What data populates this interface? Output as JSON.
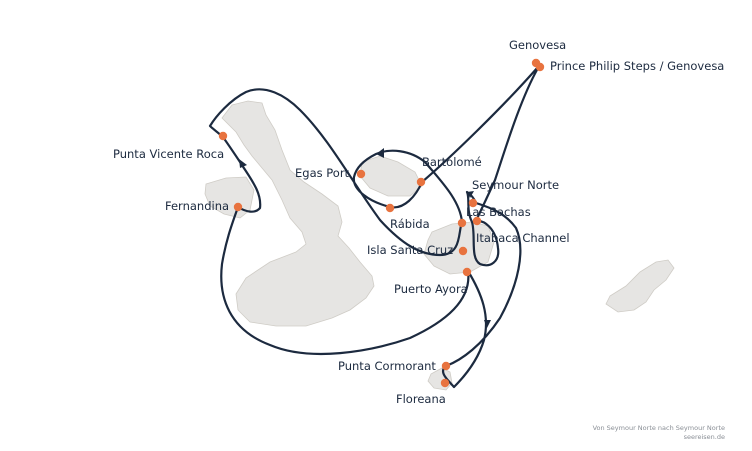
{
  "colors": {
    "route": "#1c2a3f",
    "stop": "#e8733f",
    "land": "#e6e5e3",
    "label": "#1c2a3f"
  },
  "icons": {
    "stop_marker": "map-pin-dot-icon",
    "direction": "route-arrow-icon"
  },
  "stops": [
    {
      "id": "genovesa",
      "label": "Genovesa"
    },
    {
      "id": "prince-philip",
      "label": "Prince Philip Steps / Genovesa"
    },
    {
      "id": "punta-vicente-roca",
      "label": "Punta Vicente Roca"
    },
    {
      "id": "fernandina",
      "label": "Fernandina"
    },
    {
      "id": "egas-port",
      "label": "Egas Port"
    },
    {
      "id": "bartolome",
      "label": "Bartolomé"
    },
    {
      "id": "rabida",
      "label": "Rábida"
    },
    {
      "id": "seymour-norte",
      "label": "Seymour Norte"
    },
    {
      "id": "las-bachas",
      "label": "Las Bachas"
    },
    {
      "id": "itabaca",
      "label": "Itabaca Channel"
    },
    {
      "id": "santa-cruz",
      "label": "Isla Santa Cruz"
    },
    {
      "id": "puerto-ayora",
      "label": "Puerto Ayora"
    },
    {
      "id": "punta-cormorant",
      "label": "Punta Cormorant"
    },
    {
      "id": "floreana",
      "label": "Floreana"
    }
  ],
  "credit": {
    "line1": "Von Seymour Norte nach Seymour Norte",
    "line2": "seereisen.de"
  }
}
